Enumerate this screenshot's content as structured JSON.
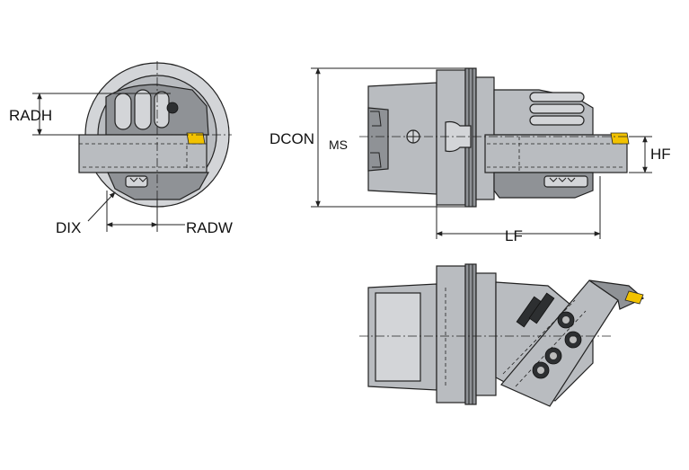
{
  "colors": {
    "metal": "#b9bcc0",
    "insert": "#f2c200",
    "line": "#222222"
  },
  "labels": {
    "radh": "RADH",
    "dix": "DIX",
    "radw": "RADW",
    "dcon": "DCON",
    "dcon_sub": "MS",
    "hf": "HF",
    "lf": "LF"
  }
}
